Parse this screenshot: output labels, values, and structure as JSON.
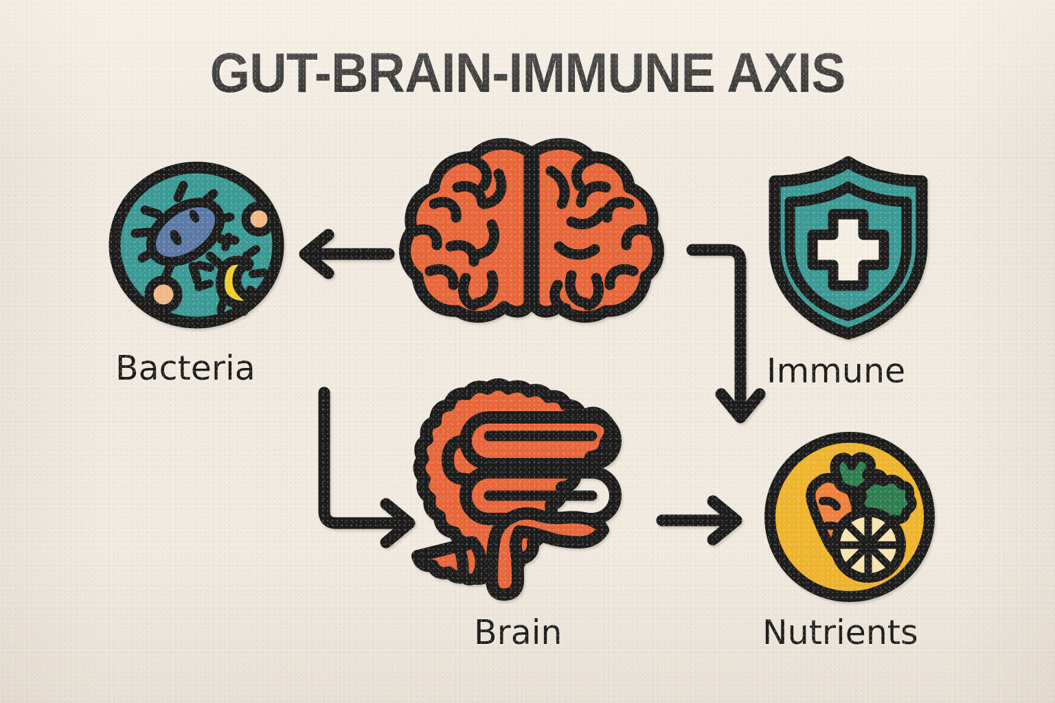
{
  "title": "GUT-BRAIN-IMMUNE AXIS",
  "palette": {
    "background": "#F1EAE0",
    "ink": "#1B1B1B",
    "orange": "#E8663A",
    "teal": "#3A9A95",
    "yellow": "#EFB52C",
    "blue": "#5B79A6",
    "green": "#2E7D4F",
    "cream": "#F5EFE4",
    "peach": "#F2B987",
    "carrot_orange": "#F0803C",
    "citrus_flesh": "#F7E6B0"
  },
  "nodes": [
    {
      "id": "bacteria",
      "label": "Bacteria",
      "icon": "bacteria-petri-dish-icon",
      "shape": "circle",
      "fill": "#3A9A95"
    },
    {
      "id": "brain",
      "label": "",
      "icon": "brain-icon",
      "shape": "organ",
      "fill": "#E8663A"
    },
    {
      "id": "immune",
      "label": "Immune",
      "icon": "shield-cross-icon",
      "shape": "shield",
      "fill": "#3A9A95"
    },
    {
      "id": "intestine",
      "label": "Brain",
      "icon": "intestine-icon",
      "shape": "organ",
      "fill": "#E8663A"
    },
    {
      "id": "nutrients",
      "label": "Nutrients",
      "icon": "vegetables-circle-icon",
      "shape": "circle",
      "fill": "#EFB52C"
    }
  ],
  "arrows": [
    {
      "id": "brain-to-bacteria",
      "icon": "arrow-left-icon",
      "direction": "left",
      "from": "brain",
      "to": "bacteria"
    },
    {
      "id": "brain-to-immune",
      "icon": "arrow-elbow-down-icon",
      "direction": "right-then-down",
      "from": "brain",
      "to": "immune"
    },
    {
      "id": "bacteria-to-intestine",
      "icon": "arrow-elbow-right-icon",
      "direction": "down-then-right",
      "from": "bacteria",
      "to": "intestine"
    },
    {
      "id": "intestine-to-nutrients",
      "icon": "arrow-right-icon",
      "direction": "right",
      "from": "intestine",
      "to": "nutrients"
    }
  ],
  "labels": {
    "bacteria": "Bacteria",
    "immune": "Immune",
    "intestine": "Brain",
    "nutrients": "Nutrients"
  }
}
